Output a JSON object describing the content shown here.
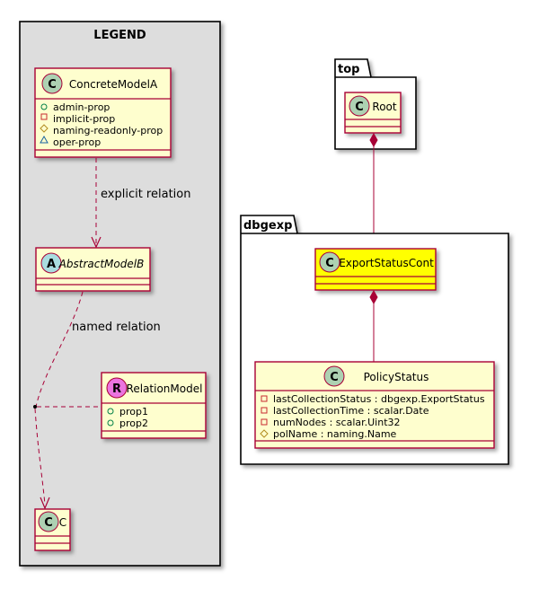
{
  "legend": {
    "title": "LEGEND",
    "concrete": {
      "stereotype": "C",
      "name": "ConcreteModelA",
      "members": [
        {
          "vis": "+",
          "text": "admin-prop"
        },
        {
          "vis": "-",
          "text": "implicit-prop"
        },
        {
          "vis": "#",
          "text": "naming-readonly-prop"
        },
        {
          "vis": "~",
          "text": "oper-prop"
        }
      ]
    },
    "abstract": {
      "stereotype": "A",
      "name": "AbstractModelB"
    },
    "relation_model": {
      "stereotype": "R",
      "name": "RelationModel",
      "members": [
        {
          "vis": "+",
          "text": "prop1"
        },
        {
          "vis": "+",
          "text": "prop2"
        }
      ]
    },
    "c_class": {
      "stereotype": "C",
      "name": "C"
    },
    "explicit_label": "explicit relation",
    "named_label": "named relation"
  },
  "packages": {
    "top": {
      "label": "top",
      "root": {
        "stereotype": "C",
        "name": "Root"
      }
    },
    "dbgexp": {
      "label": "dbgexp",
      "export": {
        "stereotype": "C",
        "name": "ExportStatusCont"
      },
      "policy": {
        "stereotype": "C",
        "name": "PolicyStatus",
        "members": [
          {
            "vis": "-",
            "text": "lastCollectionStatus : dbgexp.ExportStatus"
          },
          {
            "vis": "-",
            "text": "lastCollectionTime : scalar.Date"
          },
          {
            "vis": "-",
            "text": "numNodes : scalar.Uint32"
          },
          {
            "vis": "#",
            "text": "polName : naming.Name"
          }
        ]
      }
    }
  },
  "colors": {
    "class_fill": "#FEFECE",
    "class_border": "#A80036",
    "highlight_fill": "#FFFF00",
    "legend_fill": "#DDDDDD",
    "circle_class": "#ADD1B2",
    "circle_abstract": "#A9DCDF",
    "circle_relation": "#EB74DF",
    "edge": "#A80036"
  }
}
